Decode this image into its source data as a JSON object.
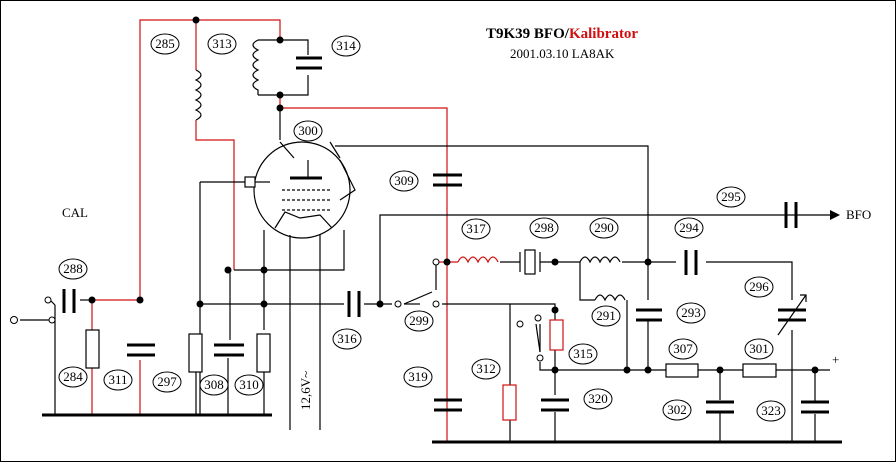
{
  "title": {
    "main": "T9K39 BFO/",
    "accent": "Kalibrator",
    "subtitle": "2001.03.10 LA8AK",
    "accent_color": "#d01010"
  },
  "labels": {
    "cal": "CAL",
    "bfo": "BFO",
    "supply": "12,6V~",
    "plus": "+"
  },
  "components": [
    "285",
    "313",
    "314",
    "300",
    "309",
    "295",
    "294",
    "317",
    "298",
    "290",
    "288",
    "311",
    "297",
    "308",
    "310",
    "316",
    "299",
    "291",
    "293",
    "296",
    "315",
    "284",
    "307",
    "301",
    "312",
    "319",
    "320",
    "302",
    "323"
  ],
  "colors": {
    "wire": "#000000",
    "red_wire": "#d01010"
  }
}
